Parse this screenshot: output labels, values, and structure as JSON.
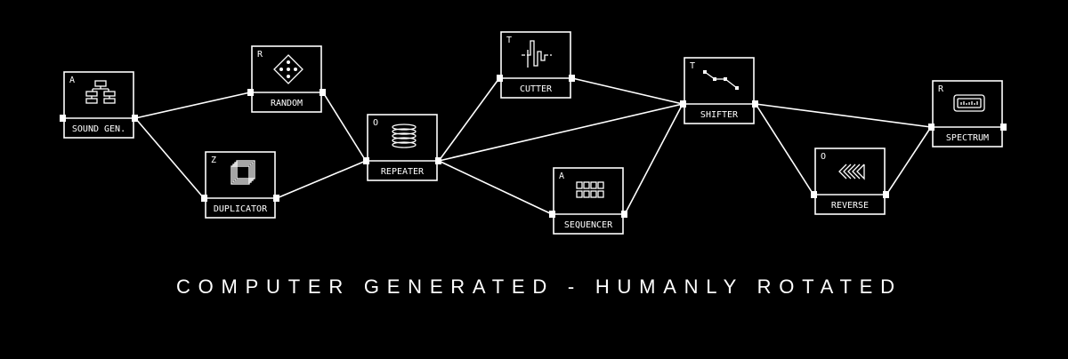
{
  "title": "COMPUTER GENERATED - HUMANLY ROTATED",
  "colors": {
    "background": "#000000",
    "foreground": "#ffffff"
  },
  "nodes": [
    {
      "id": "sound-gen",
      "tag": "A",
      "label": "SOUND GEN.",
      "icon": "hierarchy-icon"
    },
    {
      "id": "random",
      "tag": "R",
      "label": "RANDOM",
      "icon": "dice-icon"
    },
    {
      "id": "duplicator",
      "tag": "Z",
      "label": "DUPLICATOR",
      "icon": "stacked-squares-icon"
    },
    {
      "id": "repeater",
      "tag": "O",
      "label": "REPEATER",
      "icon": "coil-icon"
    },
    {
      "id": "cutter",
      "tag": "T",
      "label": "CUTTER",
      "icon": "square-wave-icon"
    },
    {
      "id": "sequencer",
      "tag": "A",
      "label": "SEQUENCER",
      "icon": "grid-pads-icon"
    },
    {
      "id": "shifter",
      "tag": "T",
      "label": "SHIFTER",
      "icon": "curve-points-icon"
    },
    {
      "id": "reverse",
      "tag": "O",
      "label": "REVERSE",
      "icon": "rewind-arrows-icon"
    },
    {
      "id": "spectrum",
      "tag": "R",
      "label": "SPECTRUM",
      "icon": "spectrum-display-icon"
    }
  ],
  "edges": [
    [
      "sound-gen",
      "random"
    ],
    [
      "sound-gen",
      "duplicator"
    ],
    [
      "random",
      "repeater"
    ],
    [
      "duplicator",
      "repeater"
    ],
    [
      "repeater",
      "cutter"
    ],
    [
      "repeater",
      "shifter"
    ],
    [
      "repeater",
      "sequencer"
    ],
    [
      "cutter",
      "shifter"
    ],
    [
      "sequencer",
      "shifter"
    ],
    [
      "shifter",
      "spectrum"
    ],
    [
      "shifter",
      "reverse"
    ],
    [
      "reverse",
      "spectrum"
    ]
  ]
}
